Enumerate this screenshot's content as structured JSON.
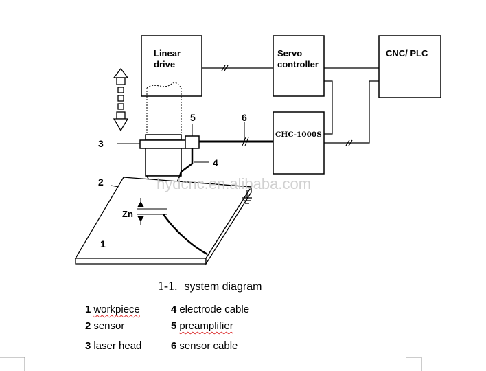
{
  "diagram": {
    "blocks": {
      "linear_drive": [
        "Linear",
        "drive"
      ],
      "servo_controller": [
        "Servo",
        "controller"
      ],
      "cnc_plc": "CNC/ PLC",
      "chc": "CHC-1000S"
    },
    "callouts": {
      "n1": "1",
      "n2": "2",
      "n3": "3",
      "n4": "4",
      "n5": "5",
      "n6": "6",
      "zn": "Zn"
    },
    "watermark": "hydcnc.en.alibaba.com"
  },
  "caption": {
    "number": "1-1.",
    "text": "system diagram"
  },
  "legend": [
    {
      "num": "1",
      "label": "workpiece",
      "squiggle": true
    },
    {
      "num": "4",
      "label": "electrode cable",
      "squiggle": false
    },
    {
      "num": "2",
      "label": "sensor",
      "squiggle": false
    },
    {
      "num": "5",
      "label": "preamplifier",
      "squiggle": true
    },
    {
      "num": "3",
      "label": "laser head",
      "squiggle": false
    },
    {
      "num": "6",
      "label": "sensor cable",
      "squiggle": false
    }
  ]
}
